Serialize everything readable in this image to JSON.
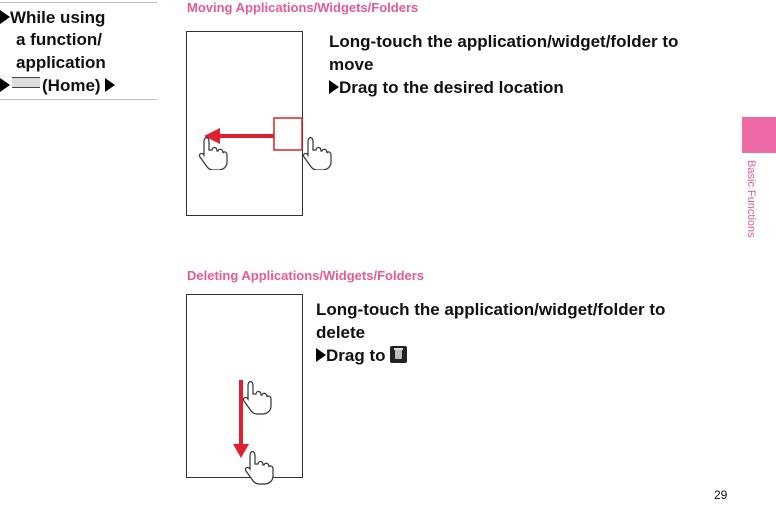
{
  "sidebar": {
    "line1": "While using",
    "line2": "a function/",
    "line3": "application",
    "home_label": "(Home)"
  },
  "section_move": {
    "title": "Moving Applications/Widgets/Folders",
    "instruction_line1": "Long-touch the application/widget/folder to",
    "instruction_line2": "move",
    "step": "Drag to the desired location"
  },
  "section_delete": {
    "title": "Deleting Applications/Widgets/Folders",
    "instruction_line1": "Long-touch the application/widget/folder to",
    "instruction_line2": "delete",
    "step": "Drag to"
  },
  "side_tab": {
    "label": "Basic Functions"
  },
  "page_number": "29",
  "colors": {
    "accent": "#e85a95",
    "arrow": "#e0202e"
  }
}
